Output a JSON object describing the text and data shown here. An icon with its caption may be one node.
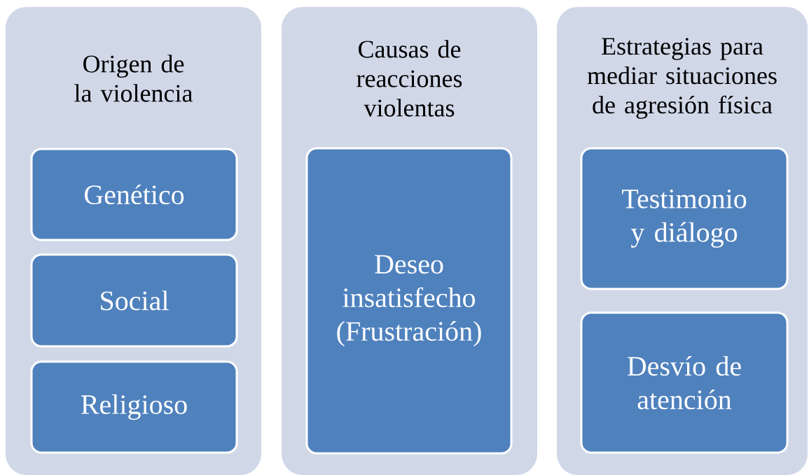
{
  "diagram": {
    "nodes": [
      {
        "text": [
          "Origen de la violencia"
        ]
      },
      {
        "text": [
          "Genético"
        ],
        "in": 0
      },
      {
        "text": [
          "Social"
        ],
        "in": 0
      },
      {
        "text": [
          "Religioso"
        ],
        "in": 0
      },
      {
        "text": [
          "Causas de reacciones violentas"
        ]
      },
      {
        "text": [
          "Deseo insatisfecho (Frustración)"
        ],
        "in": 4
      },
      {
        "text": [
          "Estrategias para mediar situaciones de agresión física"
        ]
      },
      {
        "text": [
          "Testimonio y diálogo"
        ],
        "in": 6
      },
      {
        "text": [
          "Desvío de atención"
        ],
        "in": 6
      }
    ]
  }
}
